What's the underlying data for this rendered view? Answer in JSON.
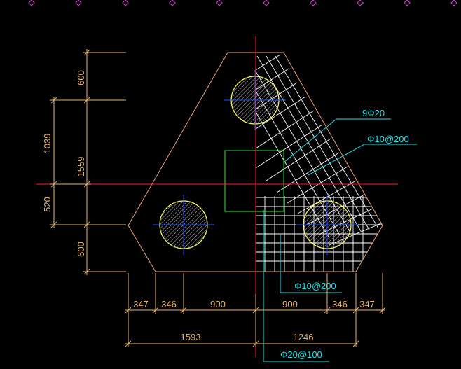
{
  "colors": {
    "background": "#000000",
    "outline": "#e8a070",
    "dimension": "#e8b56a",
    "rebar": "#ffffff",
    "centerline": "#ff2020",
    "pile": "#ffff60",
    "pile_axis": "#2050ff",
    "leader": "#1fe0e8",
    "stirrup": "#30e030",
    "top_marker": "#d040d0"
  },
  "dimensions": {
    "left": {
      "top": "600",
      "upper": "1039",
      "total": "1559",
      "lower_mid": "520",
      "bottom": "600"
    },
    "bottom_segments": [
      "347",
      "346",
      "900",
      "900",
      "346",
      "347"
    ],
    "bottom_totals": [
      "1593",
      "1246"
    ]
  },
  "labels": {
    "top_bars": "9Φ20",
    "distribution_top": "Φ10@200",
    "distribution_bottom": "Φ10@200",
    "main_bottom": "Φ20@100"
  },
  "icons": {
    "top_marker": "diamond-marker-icon"
  }
}
